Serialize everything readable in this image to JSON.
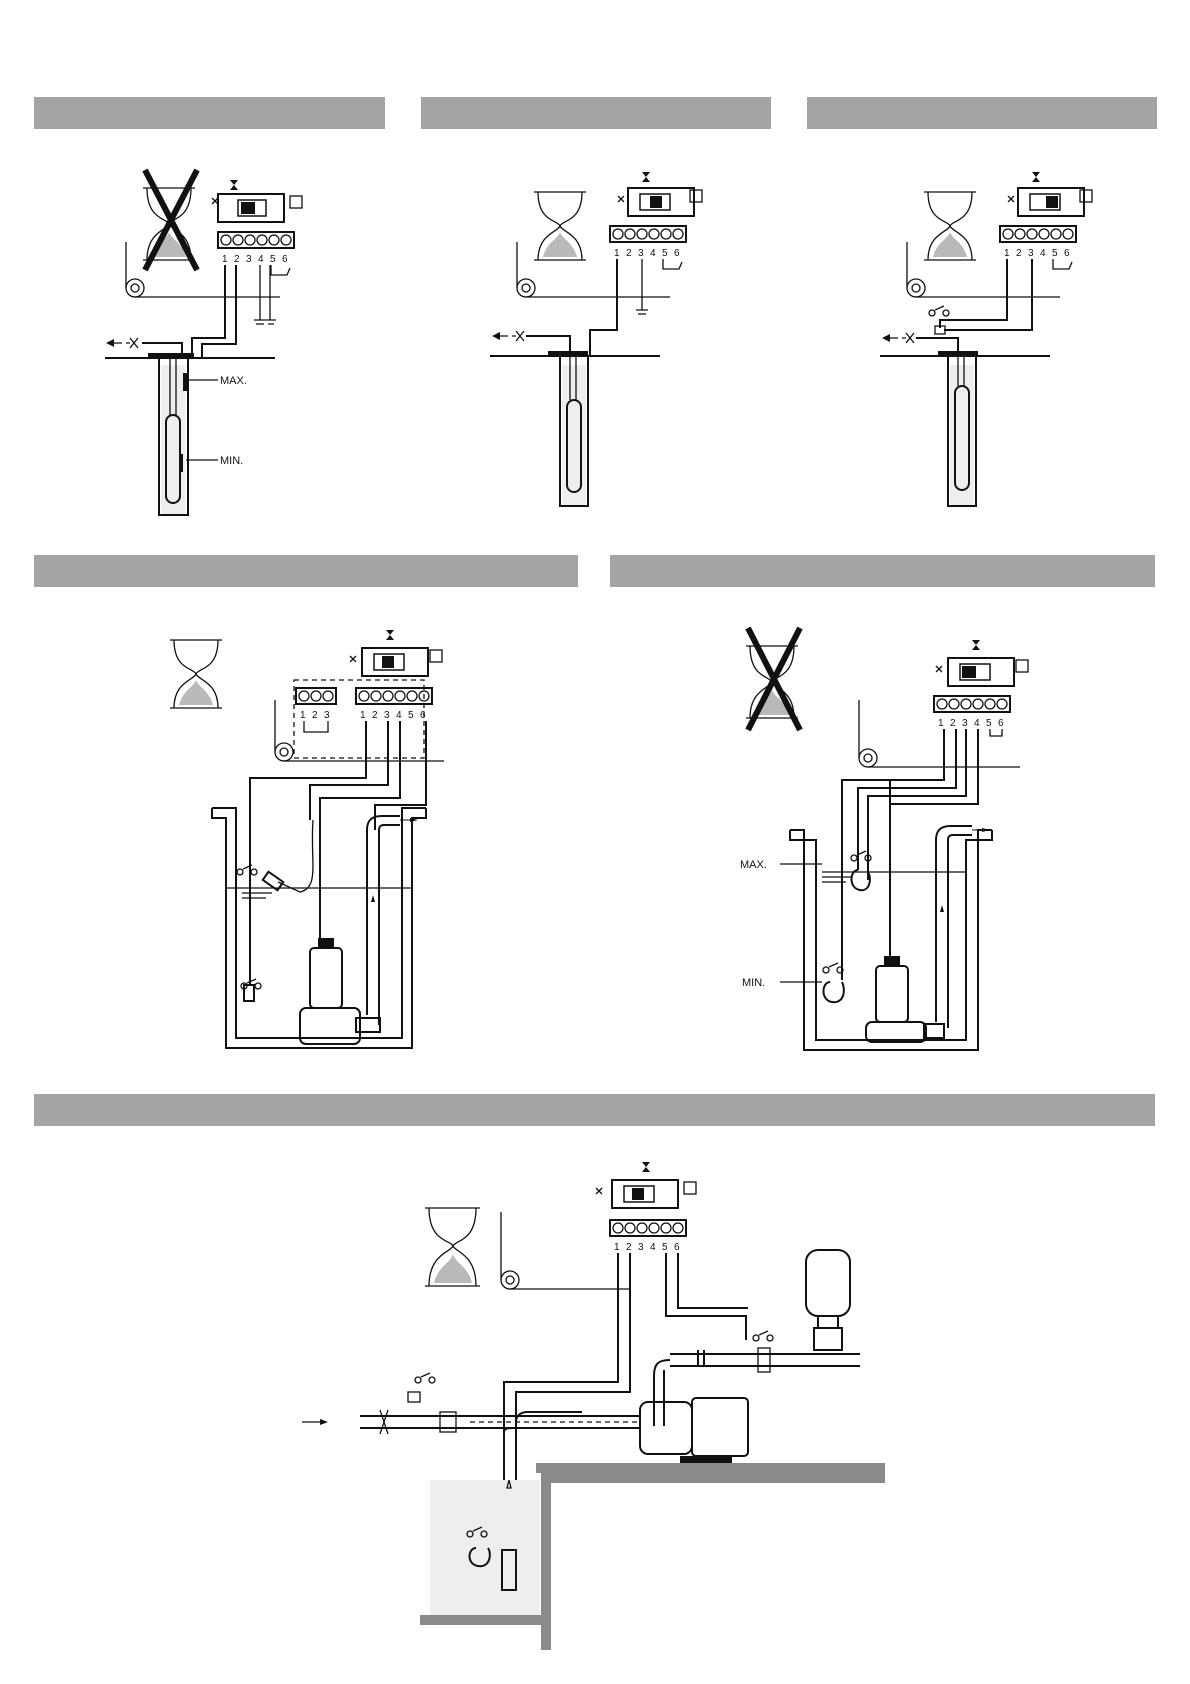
{
  "section_bars": [
    {
      "id": "bar-1"
    },
    {
      "id": "bar-2"
    },
    {
      "id": "bar-3"
    },
    {
      "id": "bar-4"
    },
    {
      "id": "bar-5"
    },
    {
      "id": "bar-6"
    }
  ],
  "labels": {
    "max": "MAX.",
    "min": "MIN."
  },
  "terminals": [
    "1",
    "2",
    "3",
    "4",
    "5",
    "6"
  ],
  "aux_terminals": [
    "1",
    "2",
    "3"
  ],
  "icons": {
    "hourglass": "hourglass-icon",
    "crossed_hourglass": "crossed-hourglass-icon",
    "float_switch": "float-switch-icon",
    "pressure_tank": "pressure-tank-icon",
    "pump": "pump-icon"
  },
  "colors": {
    "section_bar": "#a4a4a4",
    "sand": "#b9b9b9",
    "line": "#111111"
  }
}
